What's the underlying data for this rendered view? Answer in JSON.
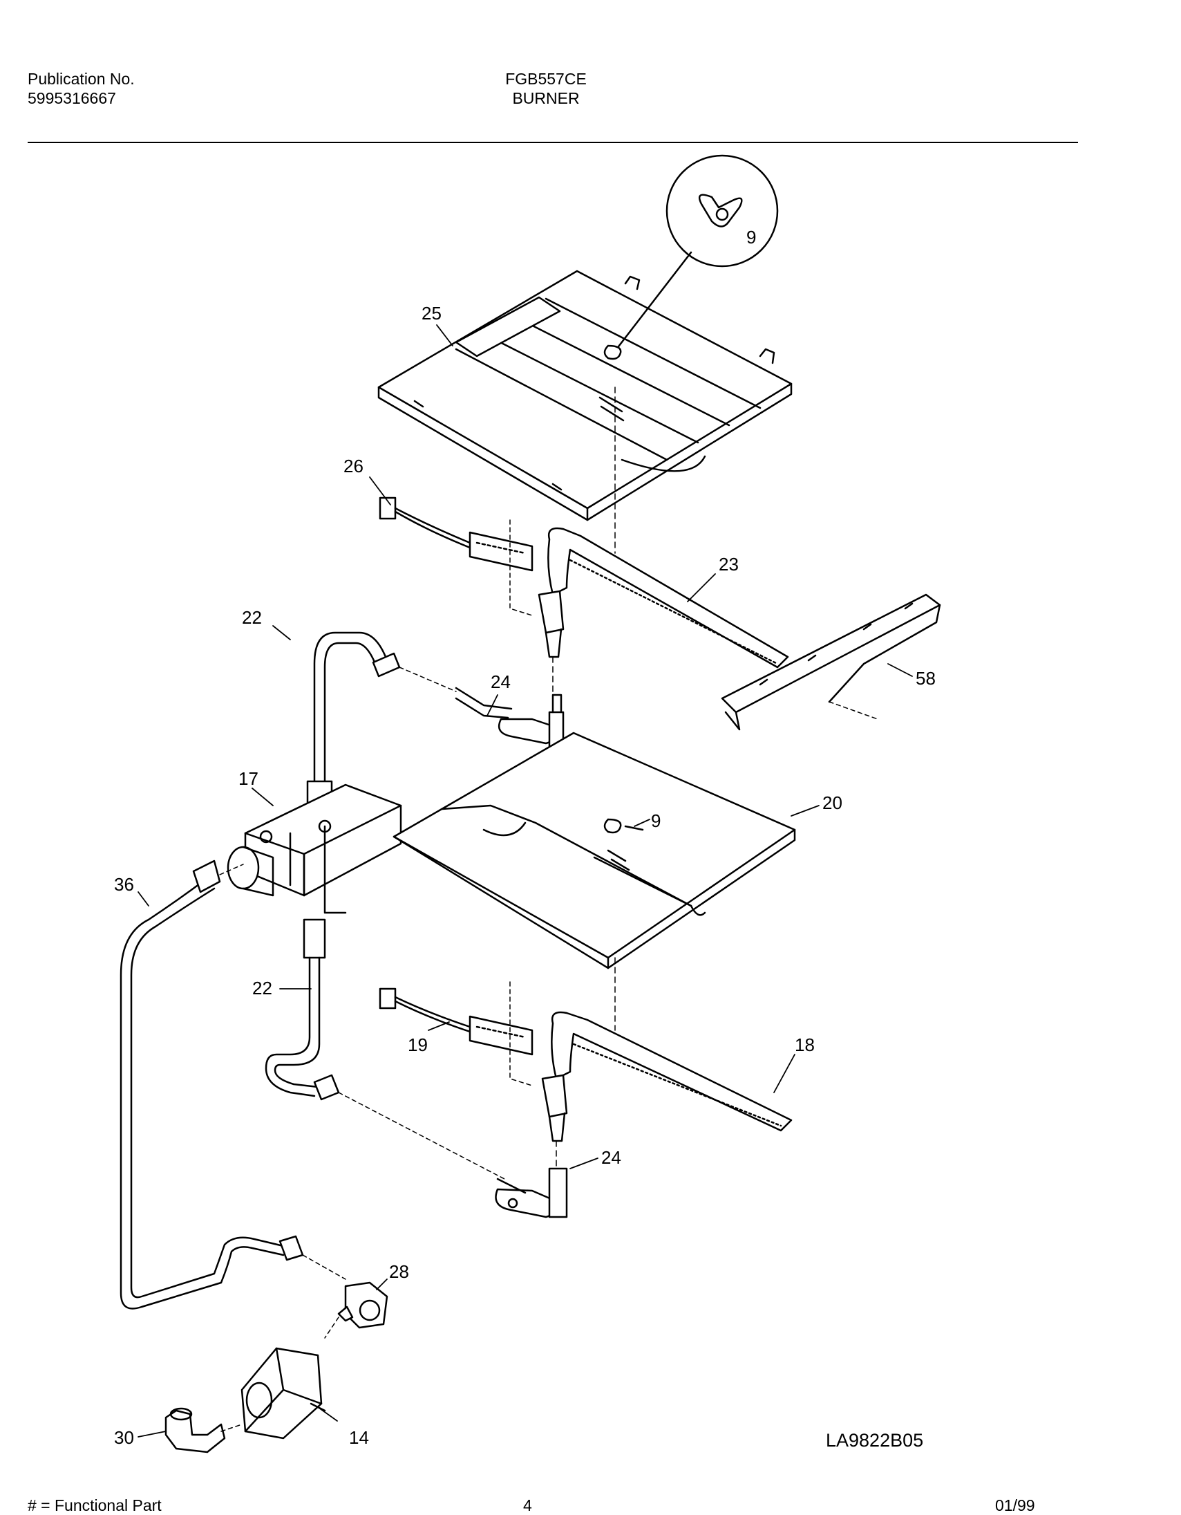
{
  "header": {
    "publication_label": "Publication No.",
    "publication_number": "5995316667",
    "model": "FGB557CE",
    "section": "BURNER"
  },
  "callouts": {
    "c9_top": "9",
    "c25": "25",
    "c26": "26",
    "c23": "23",
    "c22_top": "22",
    "c24_top": "24",
    "c58": "58",
    "c17": "17",
    "c20": "20",
    "c9_mid": "9",
    "c36": "36",
    "c22_bottom": "22",
    "c19": "19",
    "c18": "18",
    "c24_bottom": "24",
    "c28": "28",
    "c30": "30",
    "c14": "14"
  },
  "drawing_code": "LA9822B05",
  "footer": {
    "legend": "# = Functional Part",
    "page": "4",
    "date": "01/99"
  }
}
